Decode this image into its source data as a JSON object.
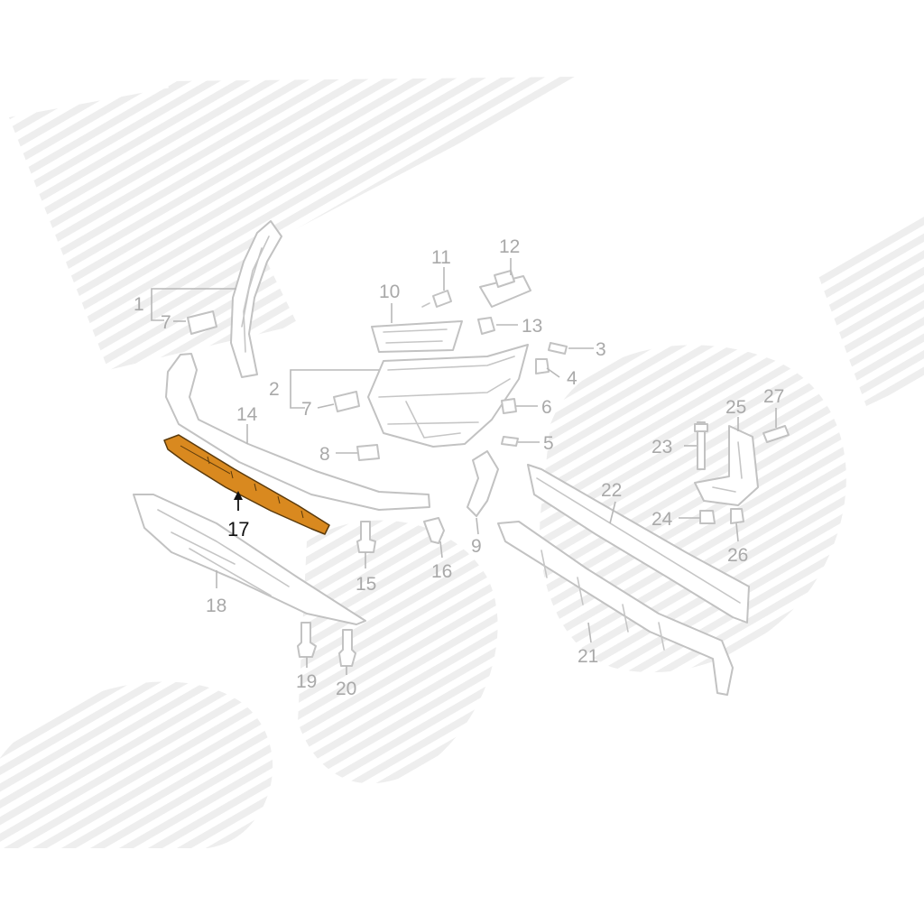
{
  "diagram": {
    "highlighted_part": "17",
    "highlight_color": "#d9891f",
    "callouts": {
      "c1": "1",
      "c2": "2",
      "c3": "3",
      "c4": "4",
      "c5": "5",
      "c6": "6",
      "c7a": "7",
      "c7b": "7",
      "c8": "8",
      "c9": "9",
      "c10": "10",
      "c11": "11",
      "c12": "12",
      "c13": "13",
      "c14": "14",
      "c15": "15",
      "c16": "16",
      "c17": "17",
      "c18": "18",
      "c19": "19",
      "c20": "20",
      "c21": "21",
      "c22": "22",
      "c23": "23",
      "c24": "24",
      "c25": "25",
      "c26": "26",
      "c27": "27"
    }
  }
}
